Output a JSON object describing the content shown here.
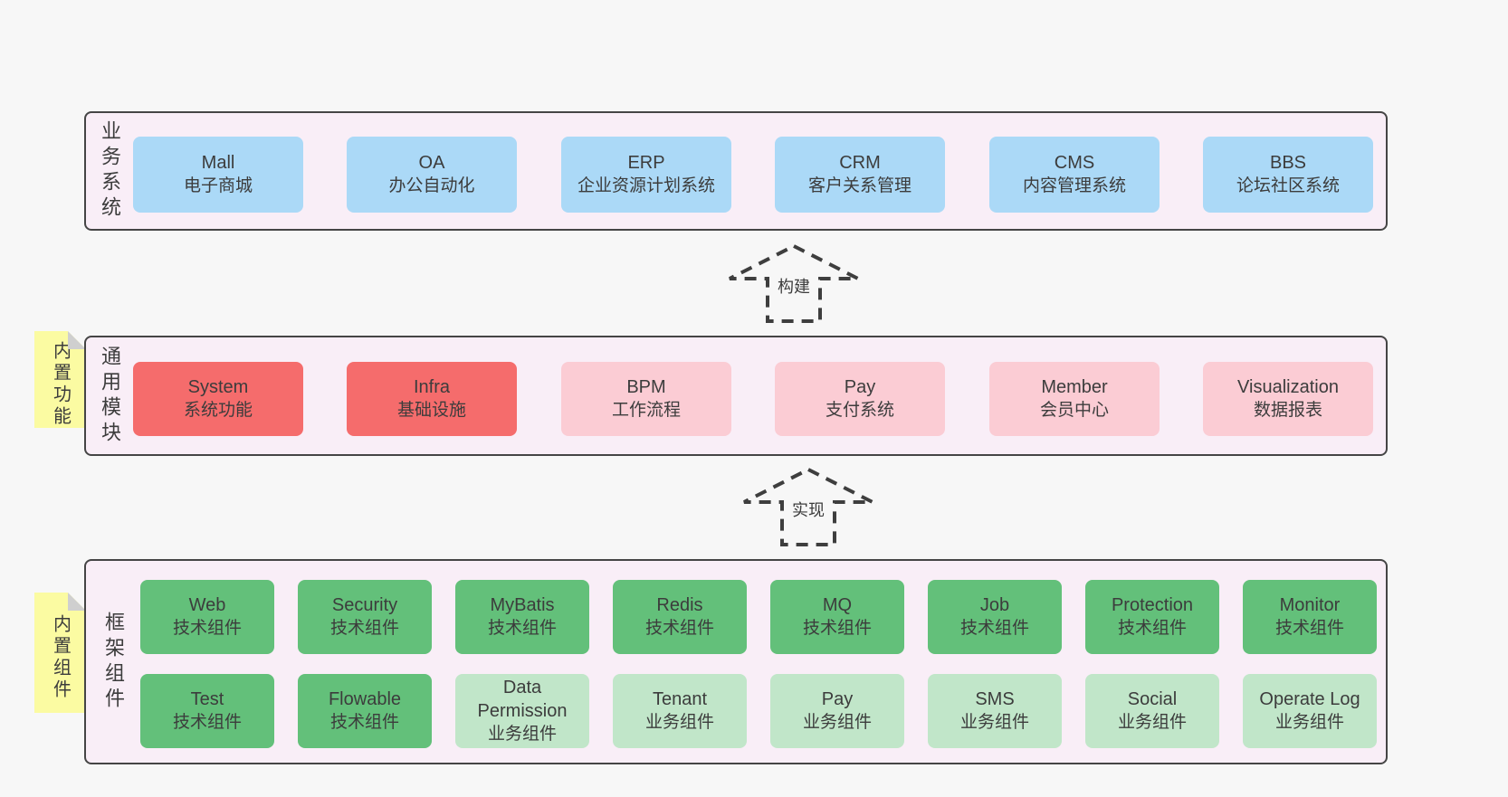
{
  "palette": {
    "page_bg": "#f7f7f7",
    "panel_bg": "#f9eef7",
    "panel_border": "#454545",
    "blue": "#abd9f7",
    "red": "#f56c6c",
    "pink": "#fbccd4",
    "green": "#63c07a",
    "green_light": "#c1e6c9",
    "sticky_yellow": "#fbfba2",
    "sticky_fold": "#cfcfcf",
    "text": "#3c3c3c",
    "arrow": "#3e3e3e"
  },
  "arrows": {
    "build": "构建",
    "implement": "实现"
  },
  "business": {
    "label": "业务系统",
    "items": [
      {
        "name": "Mall",
        "desc": "电子商城",
        "variant": "blue"
      },
      {
        "name": "OA",
        "desc": "办公自动化",
        "variant": "blue"
      },
      {
        "name": "ERP",
        "desc": "企业资源计划系统",
        "variant": "blue"
      },
      {
        "name": "CRM",
        "desc": "客户关系管理",
        "variant": "blue"
      },
      {
        "name": "CMS",
        "desc": "内容管理系统",
        "variant": "blue"
      },
      {
        "name": "BBS",
        "desc": "论坛社区系统",
        "variant": "blue"
      }
    ]
  },
  "modules": {
    "label": "通用模块",
    "sticky": "内置功能",
    "items": [
      {
        "name": "System",
        "desc": "系统功能",
        "variant": "red"
      },
      {
        "name": "Infra",
        "desc": "基础设施",
        "variant": "red"
      },
      {
        "name": "BPM",
        "desc": "工作流程",
        "variant": "pink"
      },
      {
        "name": "Pay",
        "desc": "支付系统",
        "variant": "pink"
      },
      {
        "name": "Member",
        "desc": "会员中心",
        "variant": "pink"
      },
      {
        "name": "Visualization",
        "desc": "数据报表",
        "variant": "pink"
      }
    ]
  },
  "framework": {
    "label": "框架组件",
    "sticky": "内置组件",
    "row1": [
      {
        "name": "Web",
        "desc": "技术组件",
        "variant": "green"
      },
      {
        "name": "Security",
        "desc": "技术组件",
        "variant": "green"
      },
      {
        "name": "MyBatis",
        "desc": "技术组件",
        "variant": "green"
      },
      {
        "name": "Redis",
        "desc": "技术组件",
        "variant": "green"
      },
      {
        "name": "MQ",
        "desc": "技术组件",
        "variant": "green"
      },
      {
        "name": "Job",
        "desc": "技术组件",
        "variant": "green"
      },
      {
        "name": "Protection",
        "desc": "技术组件",
        "variant": "green"
      },
      {
        "name": "Monitor",
        "desc": "技术组件",
        "variant": "green"
      }
    ],
    "row2": [
      {
        "name": "Test",
        "desc": "技术组件",
        "variant": "green"
      },
      {
        "name": "Flowable",
        "desc": "技术组件",
        "variant": "green"
      },
      {
        "name": "Data Permission",
        "desc": "业务组件",
        "variant": "green-light"
      },
      {
        "name": "Tenant",
        "desc": "业务组件",
        "variant": "green-light"
      },
      {
        "name": "Pay",
        "desc": "业务组件",
        "variant": "green-light"
      },
      {
        "name": "SMS",
        "desc": "业务组件",
        "variant": "green-light"
      },
      {
        "name": "Social",
        "desc": "业务组件",
        "variant": "green-light"
      },
      {
        "name": "Operate Log",
        "desc": "业务组件",
        "variant": "green-light"
      }
    ]
  }
}
